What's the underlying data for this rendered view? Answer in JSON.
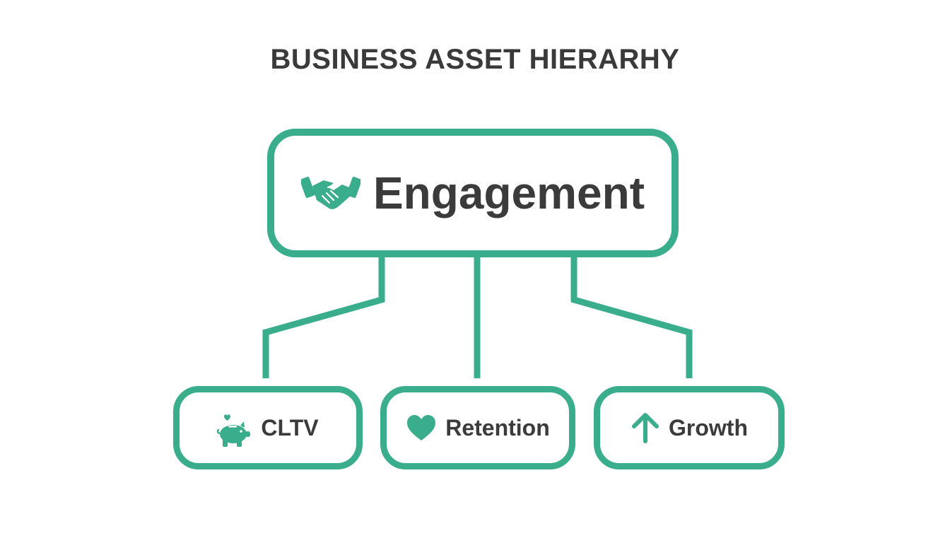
{
  "title": "BUSINESS ASSET HIERARHY",
  "accent_color": "#3aae8c",
  "text_color": "#3b3b3b",
  "root": {
    "label": "Engagement",
    "icon": "handshake-icon"
  },
  "children": [
    {
      "label": "CLTV",
      "icon": "piggy-bank-icon"
    },
    {
      "label": "Retention",
      "icon": "heart-icon"
    },
    {
      "label": "Growth",
      "icon": "arrow-up-icon"
    }
  ]
}
